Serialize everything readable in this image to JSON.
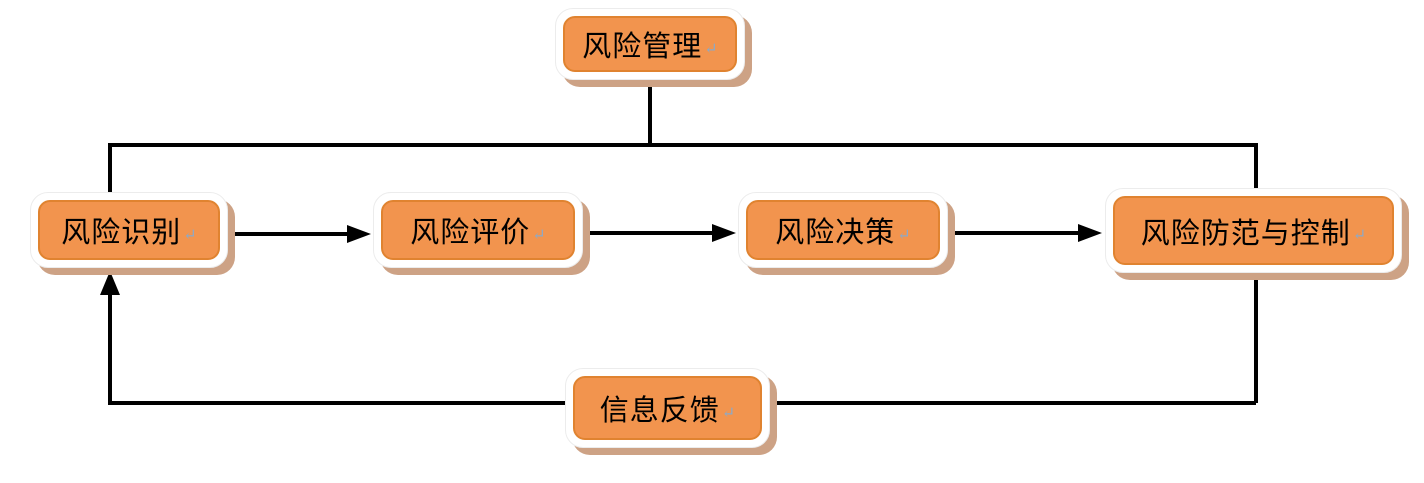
{
  "diagram": {
    "type": "flowchart",
    "language": "zh-CN",
    "return_mark": "↵",
    "nodes": [
      {
        "id": "risk-management",
        "label": "风险管理"
      },
      {
        "id": "risk-identification",
        "label": "风险识别"
      },
      {
        "id": "risk-evaluation",
        "label": "风险评价"
      },
      {
        "id": "risk-decision",
        "label": "风险决策"
      },
      {
        "id": "risk-prevention-control",
        "label": "风险防范与控制"
      },
      {
        "id": "information-feedback",
        "label": "信息反馈"
      }
    ],
    "edges": [
      {
        "from": "risk-management",
        "to": "risk-identification",
        "arrow": false
      },
      {
        "from": "risk-management",
        "to": "risk-prevention-control",
        "arrow": false
      },
      {
        "from": "risk-identification",
        "to": "risk-evaluation",
        "arrow": true
      },
      {
        "from": "risk-evaluation",
        "to": "risk-decision",
        "arrow": true
      },
      {
        "from": "risk-decision",
        "to": "risk-prevention-control",
        "arrow": true
      },
      {
        "from": "risk-prevention-control",
        "to": "information-feedback",
        "arrow": false
      },
      {
        "from": "information-feedback",
        "to": "risk-identification",
        "arrow": true
      }
    ],
    "colors": {
      "node_fill": "#f2944e",
      "node_border": "#e08330",
      "node_ring": "#ffffff",
      "node_shadow": "#cda285",
      "connector": "#000000",
      "return_mark": "#8fa9c4",
      "background": "#ffffff"
    }
  }
}
